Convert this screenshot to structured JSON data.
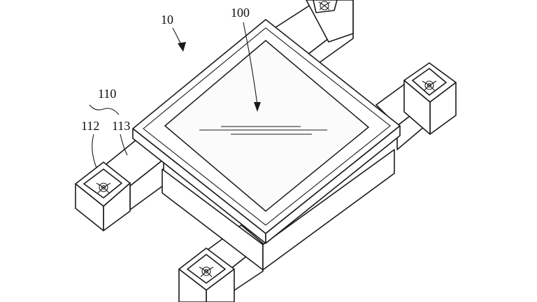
{
  "figure": {
    "reference_labels": {
      "device": "10",
      "panel": "100",
      "arm_group": "110",
      "fan": "112",
      "arm": "113"
    }
  },
  "colors": {
    "line": "#1a1a1a",
    "background": "#ffffff"
  },
  "icons": {
    "fan": "fan-icon",
    "arrow": "arrow-icon"
  }
}
